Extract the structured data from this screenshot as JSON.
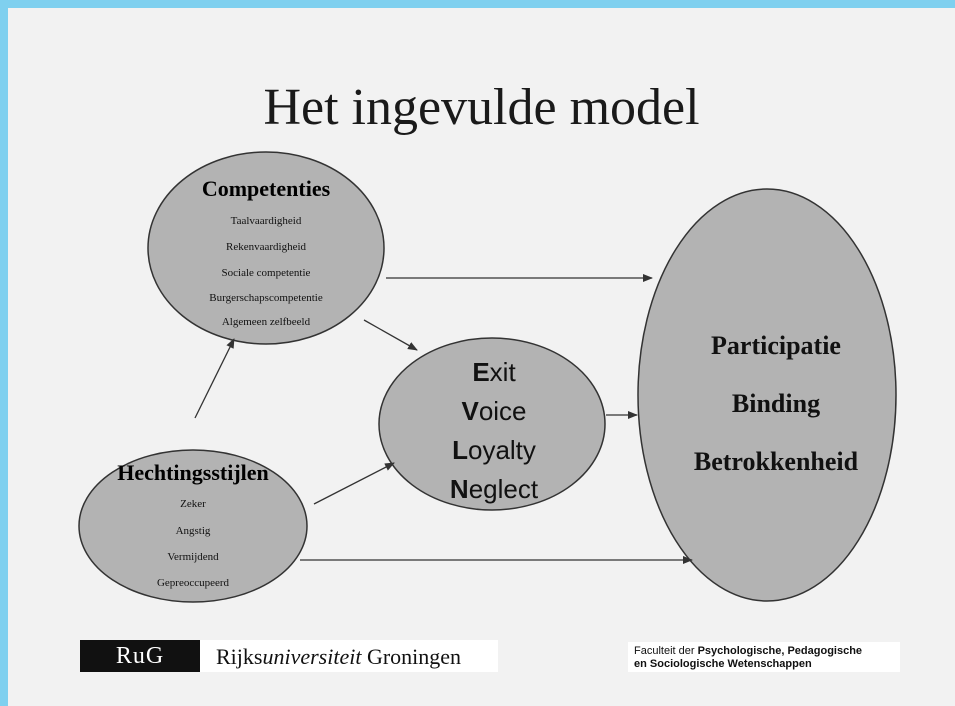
{
  "title": "Het ingevulde model",
  "competenties": {
    "title": "Competenties",
    "items": [
      "Taalvaardigheid",
      "Rekenvaardigheid",
      "Sociale competentie",
      "Burgerschapscompetentie",
      "Algemeen zelfbeeld"
    ]
  },
  "hechtingsstijlen": {
    "title": "Hechtingsstijlen",
    "items": [
      "Zeker",
      "Angstig",
      "Vermijdend",
      "Gepreoccupeerd"
    ]
  },
  "evln": [
    {
      "initial": "E",
      "rest": "xit"
    },
    {
      "initial": "V",
      "rest": "oice"
    },
    {
      "initial": "L",
      "rest": "oyalty"
    },
    {
      "initial": "N",
      "rest": "eglect"
    }
  ],
  "outcomes": [
    "Participatie",
    "Binding",
    "Betrokkenheid"
  ],
  "footer": {
    "logo_abbr": "RuG",
    "uni_name_prefix": "Rijks",
    "uni_name_italic": "universiteit",
    "uni_name_suffix": " Groningen",
    "faculty_line1_plain": "Faculteit der ",
    "faculty_line1_bold": "Psychologische, Pedagogische",
    "faculty_line2": "en Sociologische Wetenschappen"
  }
}
